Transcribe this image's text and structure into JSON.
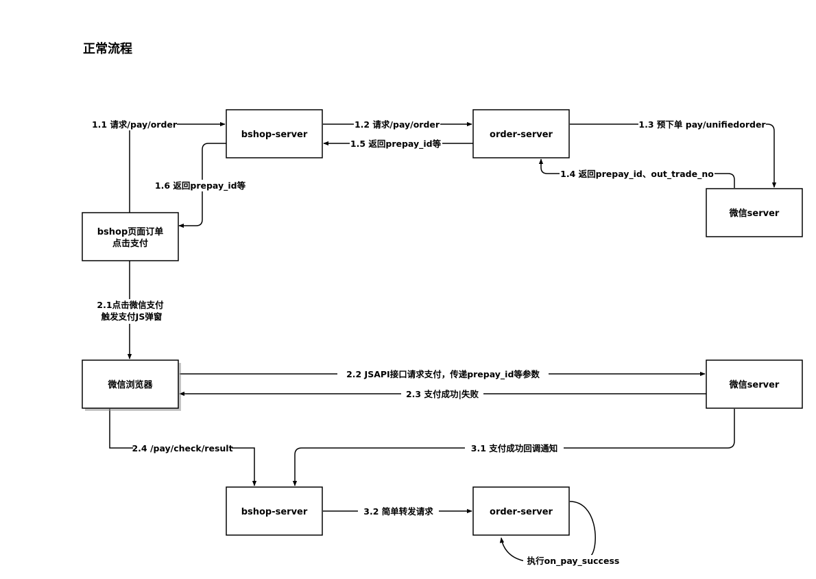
{
  "title": "正常流程",
  "nodes": {
    "bshop_server_1": "bshop-server",
    "order_server_1": "order-server",
    "wechat_server_1": "微信server",
    "bshop_page": [
      "bshop页面订单",
      "点击支付"
    ],
    "wechat_browser": "微信浏览器",
    "wechat_server_2": "微信server",
    "bshop_server_2": "bshop-server",
    "order_server_2": "order-server"
  },
  "edges": {
    "e1_1": "1.1 请求/pay/order",
    "e1_2": "1.2 请求/pay/order",
    "e1_3": "1.3 预下单 pay/unifiedorder",
    "e1_4": "1.4 返回prepay_id、out_trade_no",
    "e1_5": "1.5 返回prepay_id等",
    "e1_6": "1.6 返回prepay_id等",
    "e2_1": [
      "2.1点击微信支付",
      "触发支付JS弹窗"
    ],
    "e2_2": "2.2 JSAPI接口请求支付，传递prepay_id等参数",
    "e2_3": "2.3 支付成功|失败",
    "e2_4": "2.4 /pay/check/result",
    "e3_1": "3.1 支付成功回调通知",
    "e3_2": "3.2 简单转发请求",
    "self": "执行on_pay_success"
  }
}
